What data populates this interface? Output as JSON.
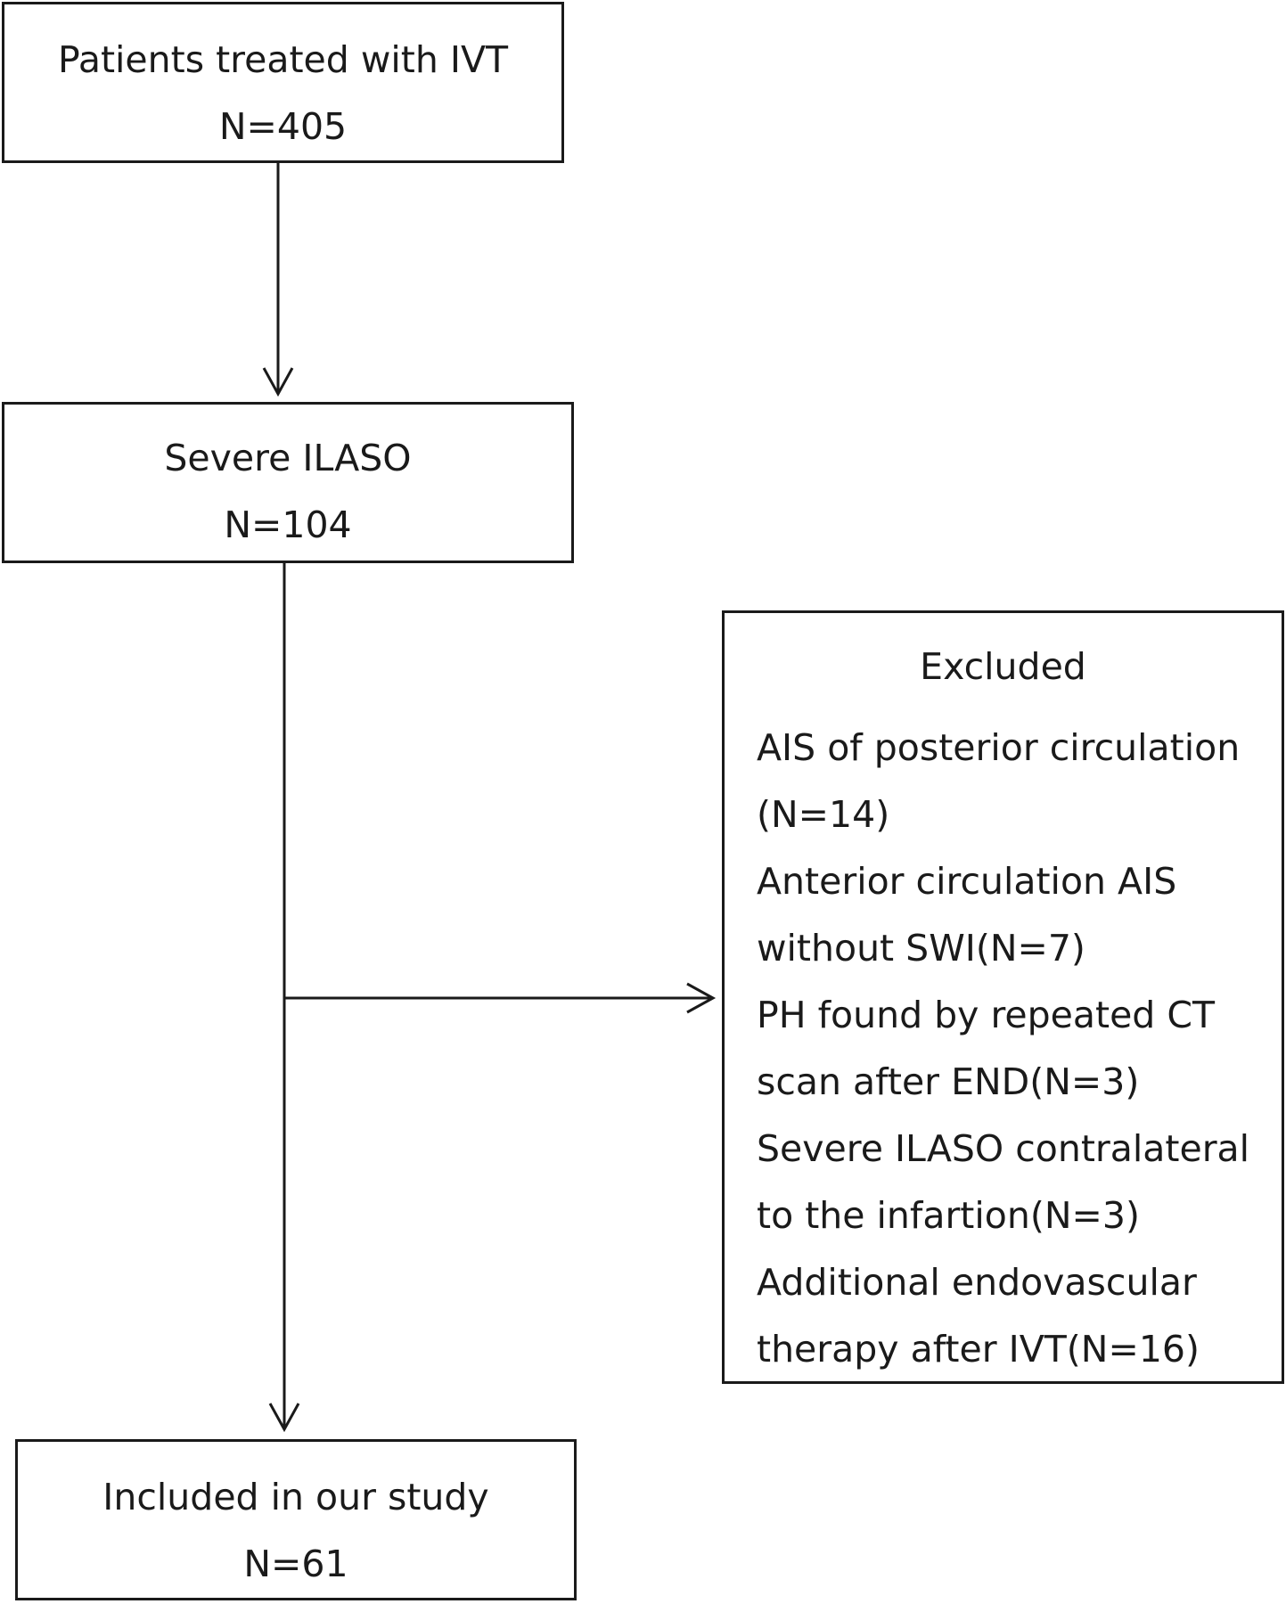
{
  "boxes": {
    "ivt": {
      "line1": "Patients treated with IVT",
      "line2": "N=405"
    },
    "ilaso": {
      "line1": "Severe ILASO",
      "line2": "N=104"
    },
    "excluded": {
      "title": "Excluded",
      "items": [
        {
          "line1": "AIS of posterior circulation",
          "line2": "(N=14)"
        },
        {
          "line1": "Anterior circulation AIS",
          "line2": "without SWI(N=7)"
        },
        {
          "line1": "PH found by repeated CT",
          "line2": "scan after END(N=3)"
        },
        {
          "line1": "Severe ILASO contralateral",
          "line2": "to the infartion(N=3)"
        },
        {
          "line1": "Additional endovascular",
          "line2": "therapy after IVT(N=16)"
        }
      ]
    },
    "included": {
      "line1": "Included in our study",
      "line2": "N=61"
    }
  },
  "colors": {
    "stroke": "#1a1a1a",
    "background": "#ffffff"
  }
}
